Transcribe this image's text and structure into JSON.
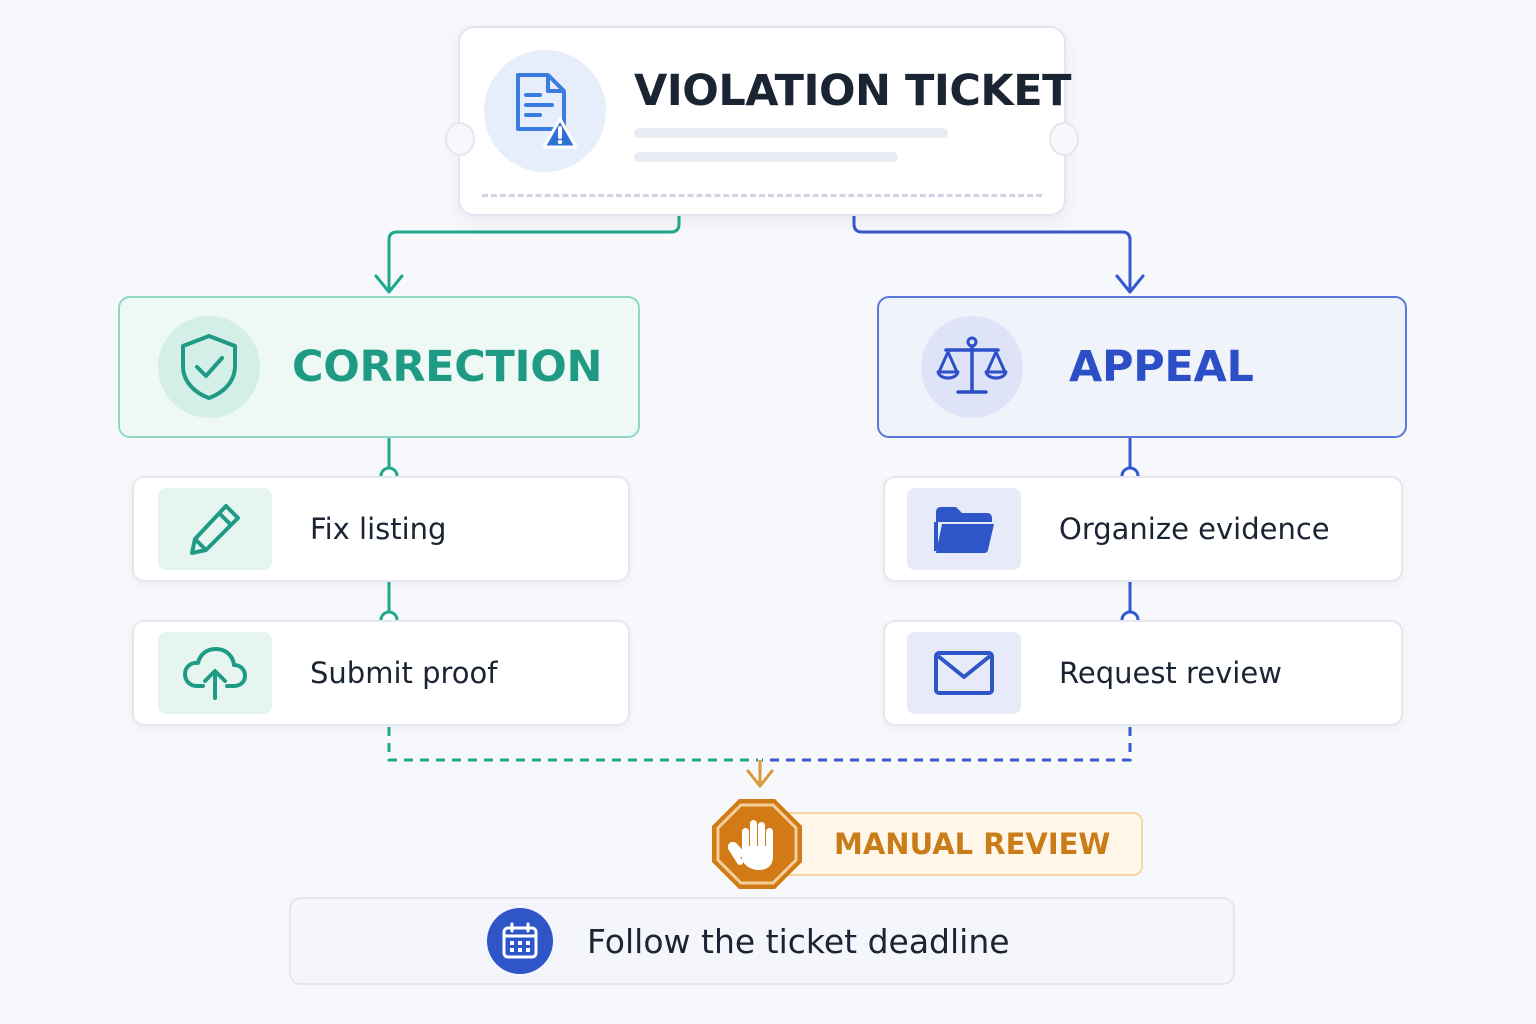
{
  "colors": {
    "correction": "#1f9b85",
    "appeal": "#2c4fc8",
    "review": "#c87d18",
    "text": "#1a2433"
  },
  "ticket": {
    "title": "VIOLATION TICKET",
    "icon": "document-warning-icon"
  },
  "correction": {
    "title": "CORRECTION",
    "icon": "shield-check-icon",
    "steps": [
      {
        "label": "Fix listing",
        "icon": "pencil-icon"
      },
      {
        "label": "Submit proof",
        "icon": "cloud-upload-icon"
      }
    ]
  },
  "appeal": {
    "title": "APPEAL",
    "icon": "scales-icon",
    "steps": [
      {
        "label": "Organize evidence",
        "icon": "folder-icon"
      },
      {
        "label": "Request review",
        "icon": "envelope-icon"
      }
    ]
  },
  "review": {
    "label": "MANUAL REVIEW",
    "icon": "stop-hand-icon"
  },
  "deadline": {
    "label": "Follow the ticket deadline",
    "icon": "calendar-icon"
  }
}
